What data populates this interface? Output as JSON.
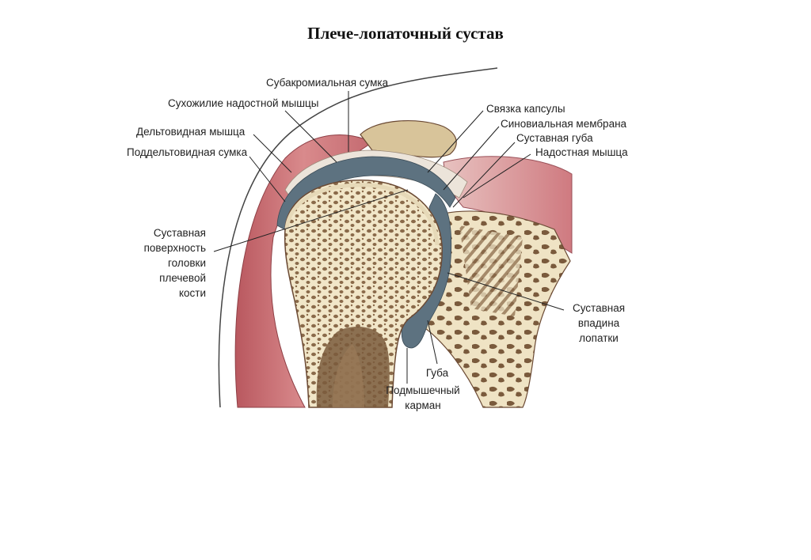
{
  "title": "Плече-лопаточный сустав",
  "labels": {
    "subacromial_bursa": "Субакромиальная сумка",
    "supraspinatus_tendon": "Сухожилие надостной мышцы",
    "deltoid_muscle": "Дельтовидная мышца",
    "subdeltoid_bursa": "Поддельтовидная сумка",
    "capsule_ligament": "Связка капсулы",
    "synovial_membrane": "Синовиальная мембрана",
    "glenoid_labrum_top": "Суставная губа",
    "supraspinatus_muscle": "Надостная мышца",
    "humeral_head_surface": [
      "Суставная",
      "поверхность",
      "головки",
      "плечевой",
      "кости"
    ],
    "glenoid_cavity": [
      "Суставная",
      "впадина",
      "лопатки"
    ],
    "labrum_bottom": "Губа",
    "axillary_pouch": [
      "Подмышечный",
      "карман"
    ]
  },
  "colors": {
    "muscle": "#c8707a",
    "muscle_light": "#e3a6a8",
    "bone": "#efe3c4",
    "bone_dark": "#6b4a34",
    "marrow": "#9a7a58",
    "synovial": "#5d7280",
    "leader_line": "#222222"
  }
}
